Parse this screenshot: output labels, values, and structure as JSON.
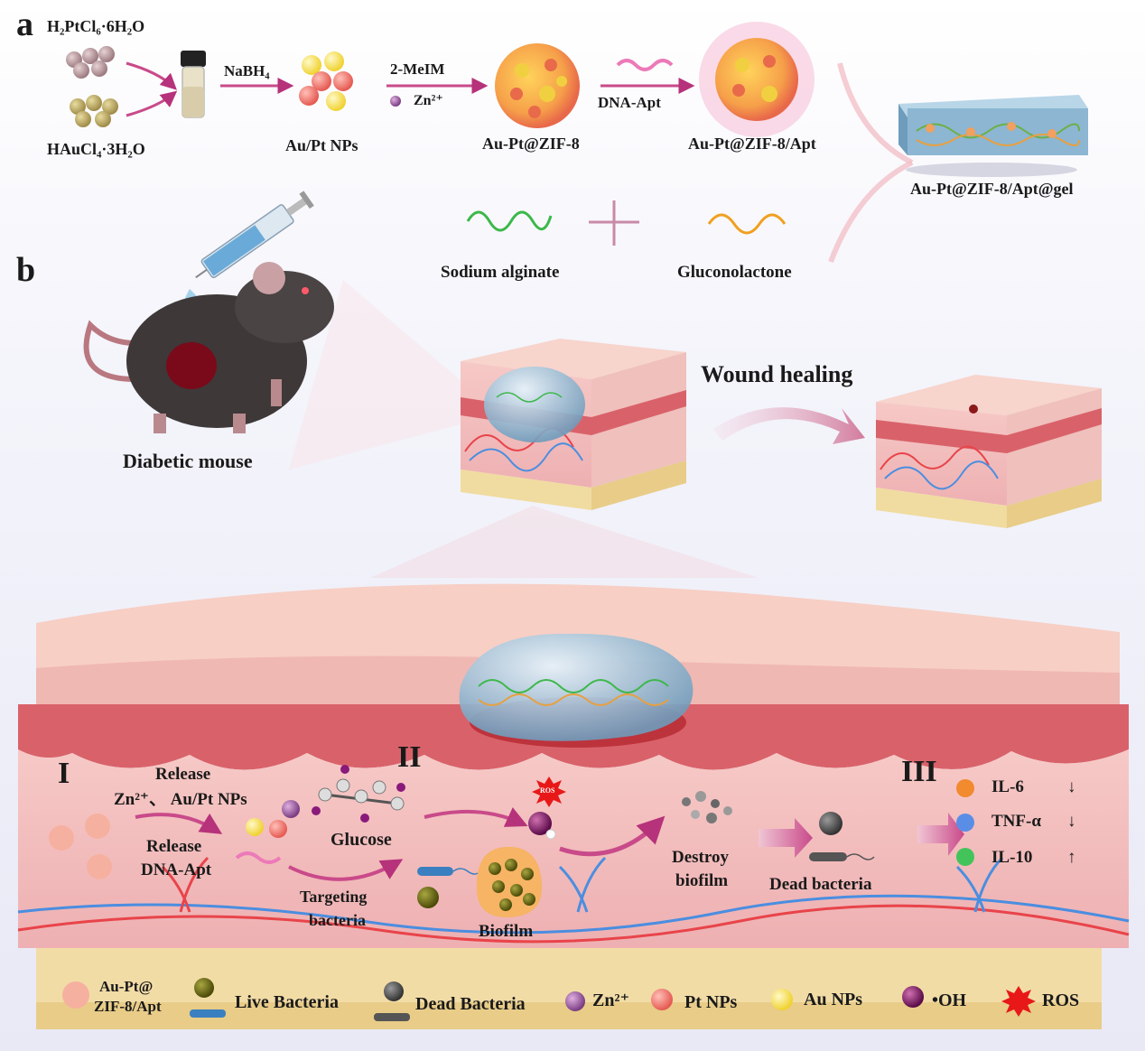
{
  "panels": {
    "a": "a",
    "b": "b"
  },
  "synthesis": {
    "pt_precursor": "H₂PtCl₆·6H₂O",
    "au_precursor": "HAuCl₄·3H₂O",
    "reductant": "NaBH₄",
    "nps": "Au/Pt NPs",
    "linker": "2-MeIM",
    "zinc": "Zn²⁺",
    "mof": "Au-Pt@ZIF-8",
    "aptamer": "DNA-Apt",
    "mof_apt": "Au-Pt@ZIF-8/Apt",
    "gel": "Au-Pt@ZIF-8/Apt@gel",
    "alginate": "Sodium alginate",
    "gluconolactone": "Gluconolactone"
  },
  "treatment": {
    "mouse": "Diabetic mouse",
    "healing": "Wound healing"
  },
  "mechanism": {
    "stage1": "I",
    "stage2": "II",
    "stage3": "III",
    "release1_line1": "Release",
    "release1_line2": "Zn²⁺、 Au/Pt NPs",
    "release2_line1": "Release",
    "release2_line2": "DNA-Apt",
    "glucose": "Glucose",
    "targeting_line1": "Targeting",
    "targeting_line2": "bacteria",
    "biofilm": "Biofilm",
    "ros": "ROS",
    "destroy_line1": "Destroy",
    "destroy_line2": "biofilm",
    "dead_bacteria": "Dead bacteria",
    "markers": [
      {
        "name": "IL-6",
        "trend": "↓",
        "color": "#f28a2e"
      },
      {
        "name": "TNF-α",
        "trend": "↓",
        "color": "#5a8ee6"
      },
      {
        "name": "IL-10",
        "trend": "↑",
        "color": "#43c45a"
      }
    ]
  },
  "legend": {
    "mof_line1": "Au-Pt@",
    "mof_line2": "ZIF-8/Apt",
    "live": "Live Bacteria",
    "dead": "Dead Bacteria",
    "zn": "Zn²⁺",
    "pt": "Pt  NPs",
    "au": "Au NPs",
    "oh": "•OH",
    "ros": "ROS"
  },
  "colors": {
    "skin_top": "#f6cfc6",
    "dermis": "#f2b9b6",
    "epidermis_red": "#d9626a",
    "gel_blue": "#9cc4dc",
    "pt_np": "#f27a6e",
    "au_np": "#f7e15a",
    "zn_ion": "#9a5aa0",
    "live_bacteria": "#6b6a12",
    "dead_bacteria": "#4a4a4a"
  }
}
